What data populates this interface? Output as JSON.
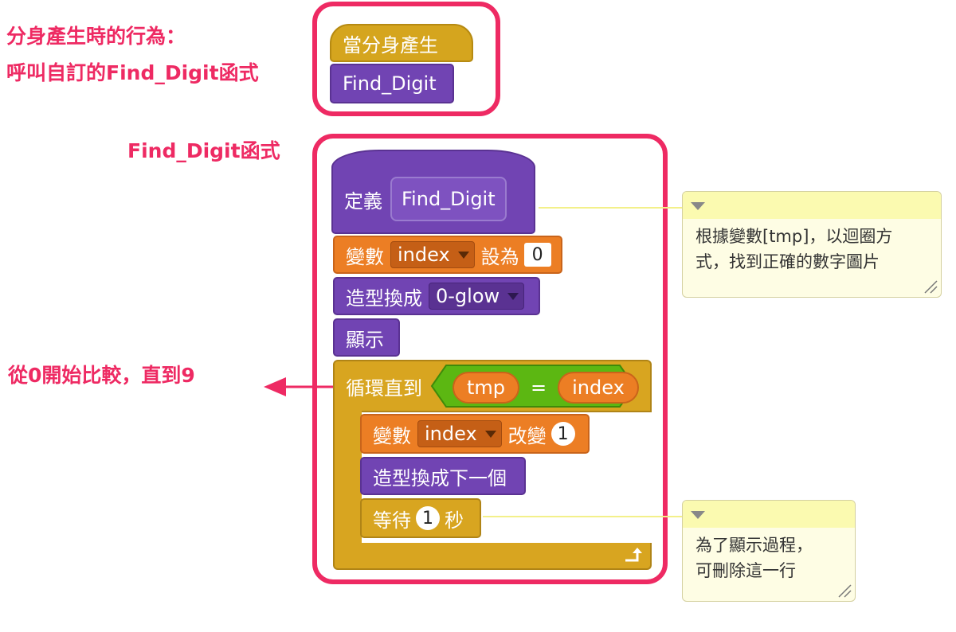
{
  "annotations": {
    "clone_behavior_line1": "分身產生時的行為：",
    "clone_behavior_line2": "呼叫自訂的Find_Digit函式",
    "function_label": "Find_Digit函式",
    "loop_label": "從0開始比較，直到9"
  },
  "colors": {
    "annotation": "#ee2a63",
    "event": "#d5a51e",
    "custom": "#7144b3",
    "data": "#ec7e24",
    "control": "#d8a520",
    "looks": "#7144b3",
    "note_bg": "#fefde4",
    "note_header": "#fbfab0"
  },
  "script1": {
    "hat_label": "當分身產生",
    "call_label": "Find_Digit"
  },
  "script2": {
    "define_label": "定義",
    "define_name": "Find_Digit",
    "set_var": {
      "label": "變數",
      "variable": "index",
      "to_label": "設為",
      "value": "0"
    },
    "switch_costume": {
      "label": "造型換成",
      "costume": "0-glow"
    },
    "show": {
      "label": "顯示"
    },
    "repeat_until": {
      "label": "循環直到",
      "left": "tmp",
      "operator": "=",
      "right": "index",
      "body": {
        "change_var": {
          "label": "變數",
          "variable": "index",
          "by_label": "改變",
          "value": "1"
        },
        "next_costume": {
          "label": "造型換成下一個"
        },
        "wait": {
          "label": "等待",
          "value": "1",
          "unit": "秒"
        }
      }
    }
  },
  "notes": {
    "note1": "根據變數[tmp]，以迴圈方\n式，找到正確的數字圖片",
    "note2": "為了顯示過程，\n可刪除這一行"
  }
}
